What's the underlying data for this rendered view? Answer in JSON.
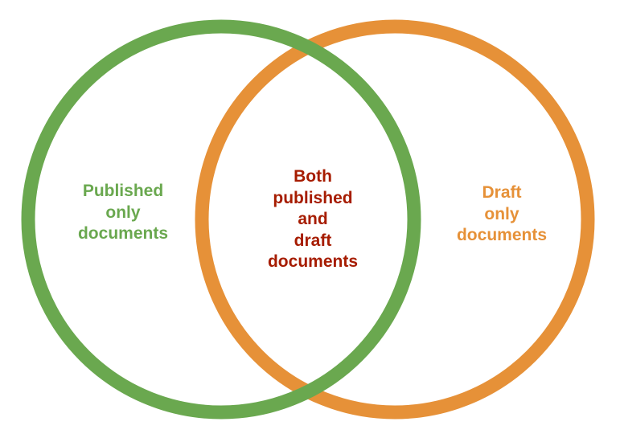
{
  "diagram": {
    "type": "venn",
    "sets": [
      {
        "id": "published",
        "color": "#6aa84f",
        "label_lines": [
          "Published",
          "only",
          "documents"
        ]
      },
      {
        "id": "draft",
        "color": "#e69138",
        "label_lines": [
          "Draft",
          "only",
          "documents"
        ]
      }
    ],
    "intersection": {
      "color": "#a61c00",
      "label_lines": [
        "Both",
        "published",
        "and",
        "draft",
        "documents"
      ]
    }
  }
}
